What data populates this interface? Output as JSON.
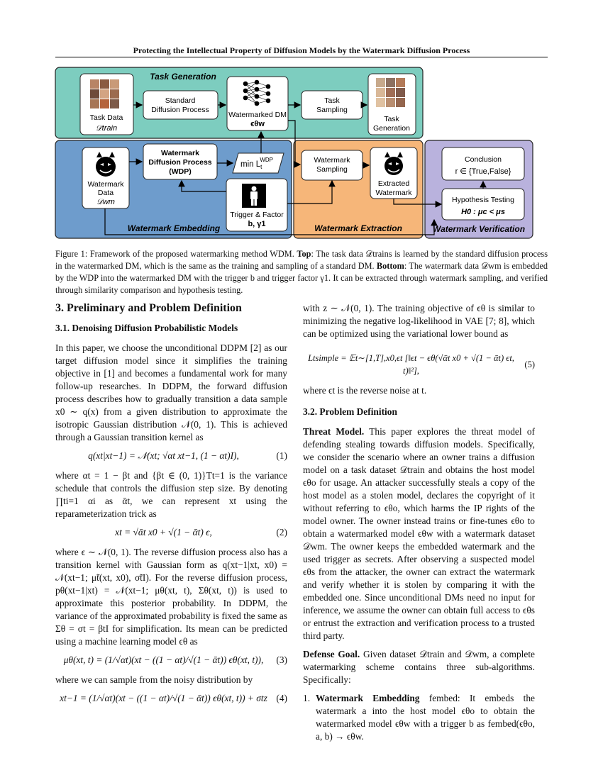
{
  "running_title": "Protecting the Intellectual Property of Diffusion Models by the Watermark Diffusion Process",
  "figure": {
    "task_generation_title": "Task Generation",
    "watermark_embedding_title": "Watermark Embedding",
    "watermark_extraction_title": "Watermark Extraction",
    "watermark_verification_title": "Watermark Verification",
    "task_data_l1": "Task Data",
    "task_data_l2": "𝒟train",
    "standard_dp_l1": "Standard",
    "standard_dp_l2": "Diffusion Process",
    "watermarked_dm_l1": "Watermarked DM",
    "watermarked_dm_l2": "ϵθw",
    "task_sampling_l1": "Task",
    "task_sampling_l2": "Sampling",
    "task_generation_l1": "Task",
    "task_generation_l2": "Generation",
    "wm_data_l1": "Watermark",
    "wm_data_l2": "Data",
    "wm_data_l3": "𝒟wm",
    "wdp_l1": "Watermark",
    "wdp_l2": "Diffusion Process",
    "wdp_l3": "(WDP)",
    "min_loss": "min L",
    "min_loss_sub": "t",
    "min_loss_sup": "WDP",
    "trigger_l1": "Trigger & Factor",
    "trigger_l2": "b, γ1",
    "wm_sampling_l1": "Watermark",
    "wm_sampling_l2": "Sampling",
    "extracted_l1": "Extracted",
    "extracted_l2": "Watermark",
    "conclusion_l1": "Conclusion",
    "conclusion_l2": "r ∈ {True,False}",
    "hypothesis_l1": "Hypothesis Testing",
    "hypothesis_l2": "H0 : μc < μs",
    "colors": {
      "task_green": "#7dcdbf",
      "embedding_blue": "#6e9ccc",
      "extraction_orange": "#f6b679",
      "verification_purple": "#b9b2dd"
    }
  },
  "caption": {
    "label": "Figure 1:",
    "text": " Framework of the proposed watermarking method WDM. ",
    "top_label": "Top",
    "top_text": ": The task data 𝒟trains is learned by the standard diffusion process in the watermarked DM, which is the same as the training and sampling of a standard DM. ",
    "bottom_label": "Bottom",
    "bottom_text": ": The watermark data 𝒟wm is embedded by the WDP into the watermarked DM with the trigger b and trigger factor γ1. It can be extracted through watermark sampling, and verified through similarity comparison and hypothesis testing."
  },
  "left": {
    "section_title": "3. Preliminary and Problem Definition",
    "subsection_title": "3.1. Denoising Diffusion Probabilistic Models",
    "p1": "In this paper, we choose the unconditional DDPM [2] as our target diffusion model since it simplifies the training objective in [1] and becomes a fundamental work for many follow-up researches. In DDPM, the forward diffusion process describes how to gradually transition a data sample x0 ∼ q(x) from a given distribution to approximate the isotropic Gaussian distribution 𝒩(0, 1). This is achieved through a Gaussian transition kernel as",
    "eq1": "q(xt|xt−1) = 𝒩(xt; √αt xt−1, (1 − αt)I),",
    "eq1_num": "(1)",
    "p2": "where αt = 1 − βt and {βt ∈ (0, 1)}Tt=1 is the variance schedule that controls the diffusion step size. By denoting ∏ti=1 αi as ᾱt, we can represent xt using the reparameterization trick as",
    "eq2": "xt = √ᾱt x0 + √(1 − ᾱt) ϵ,",
    "eq2_num": "(2)",
    "p3": "where ϵ ∼ 𝒩(0, 1). The reverse diffusion process also has a transition kernel with Gaussian form as q(xt−1|xt, x0) = 𝒩(xt−1; μ̃t(xt, x0), σ̃tI). For the reverse diffusion process, pθ(xt−1|xt) = 𝒩(xt−1; μθ(xt, t), Σθ(xt, t)) is used to approximate this posterior probability. In DDPM, the variance of the approximated probability is fixed the same as Σθ = σt = βtI for simplification. Its mean can be predicted using a machine learning model ϵθ as",
    "eq3": "μθ(xt, t) = (1/√αt)(xt − ((1 − αt)/√(1 − ᾱt)) ϵθ(xt, t)),",
    "eq3_num": "(3)",
    "p4": "where we can sample from the noisy distribution by",
    "eq4": "xt−1 = (1/√αt)(xt − ((1 − αt)/√(1 − ᾱt)) ϵθ(xt, t)) + σtz",
    "eq4_num": "(4)"
  },
  "right": {
    "p1": "with z ∼ 𝒩(0, 1). The training objective of ϵθ is similar to minimizing the negative log-likelihood in VAE [7; 8], which can be optimized using the variational lower bound as",
    "eq5": "Ltsimple = 𝔼t∼[1,T],x0,ϵt [‖ϵt − ϵθ(√ᾱt x0 + √(1 − ᾱt) ϵt, t)‖²],",
    "eq5_num": "(5)",
    "p2": "where ϵt is the reverse noise at t.",
    "subsection_title": "3.2. Problem Definition",
    "threat_label": "Threat Model.",
    "threat_text": " This paper explores the threat model of defending stealing towards diffusion models. Specifically, we consider the scenario where an owner trains a diffusion model on a task dataset 𝒟train and obtains the host model ϵθo for usage. An attacker successfully steals a copy of the host model as a stolen model, declares the copyright of it without referring to ϵθo, which harms the IP rights of the model owner. The owner instead trains or fine-tunes ϵθo to obtain a watermarked model ϵθw with a watermark dataset 𝒟wm. The owner keeps the embedded watermark and the used trigger as secrets. After observing a suspected model ϵθs from the attacker, the owner can extract the watermark and verify whether it is stolen by comparing it with the embedded one. Since unconditional DMs need no input for inference, we assume the owner can obtain full access to ϵθs or entrust the extraction and verification process to a trusted third party.",
    "defense_label": "Defense Goal.",
    "defense_text": " Given dataset 𝒟train and 𝒟wm, a complete watermarking scheme contains three sub-algorithms. Specifically:",
    "item1_num": "1.",
    "item1_label": "Watermark Embedding",
    "item1_text": " fembed: It embeds the watermark a into the host model ϵθo to obtain the watermarked model ϵθw with a trigger b as fembed(ϵθo, a, b) → ϵθw."
  }
}
